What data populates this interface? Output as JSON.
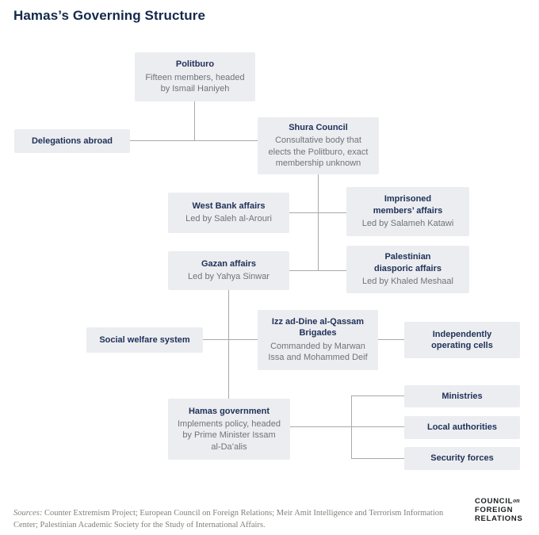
{
  "title": "Hamas’s Governing Structure",
  "nodes": {
    "politburo": {
      "title": "Politburo",
      "subtitle": "Fifteen members, headed\nby Ismail Haniyeh"
    },
    "delegations_abroad": {
      "title": "Delegations abroad"
    },
    "shura_council": {
      "title": "Shura Council",
      "subtitle": "Consultative body that\nelects the Politburo, exact\nmembership unknown"
    },
    "west_bank_affairs": {
      "title": "West Bank affairs",
      "subtitle": "Led by Saleh al-Arouri"
    },
    "imprisoned_members_affairs": {
      "title": "Imprisoned\nmembers’ affairs",
      "subtitle": "Led by Salameh Katawi"
    },
    "gazan_affairs": {
      "title": "Gazan affairs",
      "subtitle": "Led by Yahya Sinwar"
    },
    "palestinian_diasporic_affairs": {
      "title": "Palestinian\ndiasporic affairs",
      "subtitle": "Led by Khaled Meshaal"
    },
    "social_welfare_system": {
      "title": "Social welfare system"
    },
    "qassam_brigades": {
      "title": "Izz ad-Dine al-Qassam\nBrigades",
      "subtitle": "Commanded by Marwan\nIssa and Mohammed Deif"
    },
    "independently_operating_cells": {
      "title": "Independently\noperating cells"
    },
    "hamas_government": {
      "title": "Hamas government",
      "subtitle": "Implements policy, headed\nby Prime Minister Issam\nal-Da’alis"
    },
    "ministries": {
      "title": "Ministries"
    },
    "local_authorities": {
      "title": "Local authorities"
    },
    "security_forces": {
      "title": "Security forces"
    }
  },
  "footer": {
    "sources_label": "Sources:",
    "sources_text": "Counter Extremism Project; European Council on Foreign Relations; Meir Amit Intelligence and Terrorism Information\nCenter; Palestinian Academic Society for the Study of International Affairs.",
    "logo": {
      "l1a": "COUNCIL",
      "l1b": "on",
      "l2": "FOREIGN",
      "l3": "RELATIONS"
    }
  },
  "colors": {
    "box_background": "#ecedf0",
    "node_title": "#20325a",
    "node_subtitle": "#6f7478",
    "page_title": "#14294b",
    "connector": "#a9a9a9",
    "sources_text": "#83817b",
    "logo_text": "#1a1c1e"
  }
}
